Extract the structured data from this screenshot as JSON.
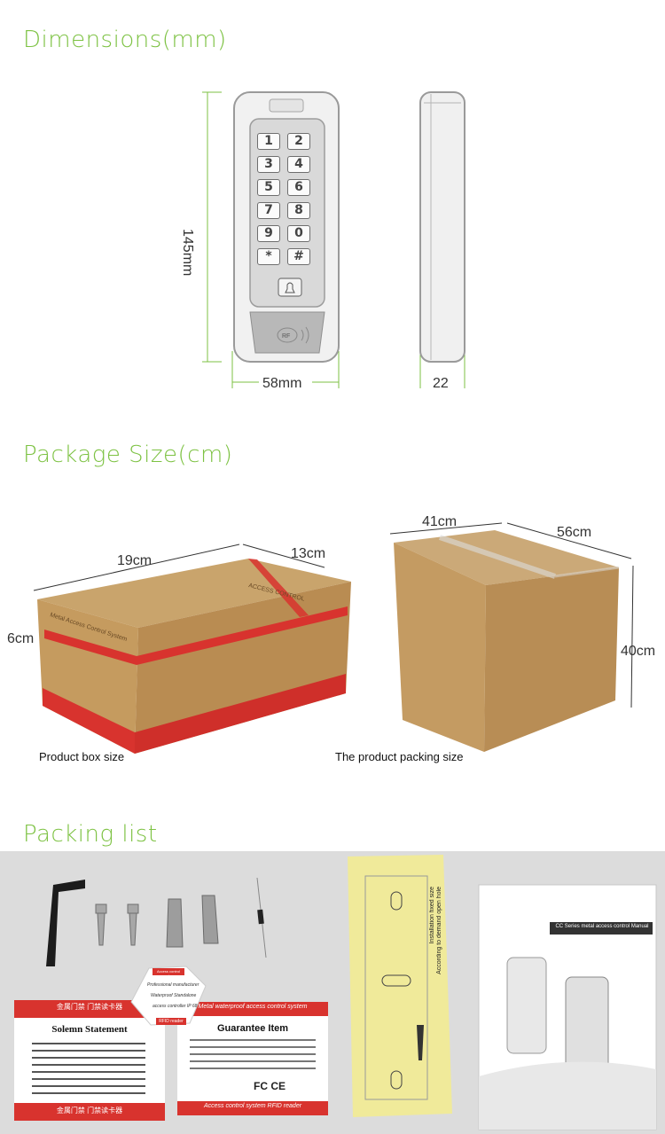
{
  "sections": {
    "dimensions_title": "Dimensions(mm)",
    "package_title": "Package Size(cm)",
    "packing_title": "Packing list"
  },
  "dimensions": {
    "height": "145mm",
    "width": "58mm",
    "depth": "22",
    "keys": [
      "1",
      "2",
      "3",
      "4",
      "5",
      "6",
      "7",
      "8",
      "9",
      "0",
      "*",
      "#"
    ],
    "rf_label": "RF"
  },
  "package": {
    "product_box": {
      "length": "19cm",
      "width": "13cm",
      "height": "6cm",
      "caption": "Product box size",
      "side_text": "Metal Access Control System",
      "top_text": "ACCESS CONTROL"
    },
    "packing_box": {
      "length": "41cm",
      "width": "56cm",
      "height": "40cm",
      "caption": "The product packing size"
    }
  },
  "packing": {
    "statement_card": {
      "header": "金属门禁  门禁读卡器",
      "title": "Solemn Statement",
      "footer": "金属门禁  门禁读卡器"
    },
    "guarantee_card": {
      "header": "Metal waterproof access control system",
      "title": "Guarantee Item",
      "footer": "Access control system   RFID reader",
      "logos": "FC  CE"
    },
    "tag": {
      "header": "Access control system",
      "line1": "Professional manufacturer",
      "line2": "Waterproof Standalone",
      "line3": "access controller IP 68",
      "footer": "RFID reader"
    },
    "template": {
      "text1": "Installation fixed size",
      "text2": "According to demand open hole"
    },
    "manual": {
      "title": "CC Series metal access control Manual"
    }
  },
  "colors": {
    "accent": "#7dc243",
    "box_brown": "#c8a26a",
    "box_red": "#d8332e"
  }
}
